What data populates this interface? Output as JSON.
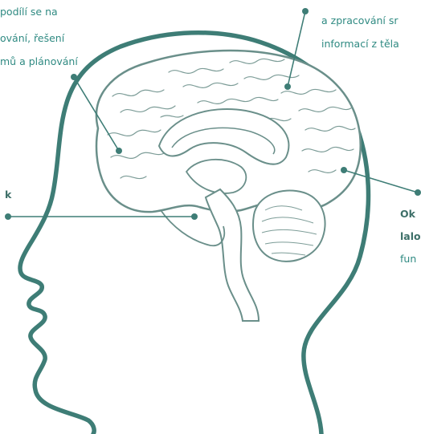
{
  "labels": {
    "frontal": [
      "podílí se na",
      "ování, řešení",
      "mů a plánování"
    ],
    "parietal": [
      "a zpracování sr",
      "informací z těla"
    ],
    "temporal_bold": "k",
    "occipital_bold": [
      "Ok",
      "lalo"
    ],
    "occipital_text": "fun"
  },
  "colors": {
    "line": "#3e7d76",
    "brain": "#6a8f8a",
    "text_teal": "#2f8a82",
    "text_dark": "#3d6f68"
  }
}
